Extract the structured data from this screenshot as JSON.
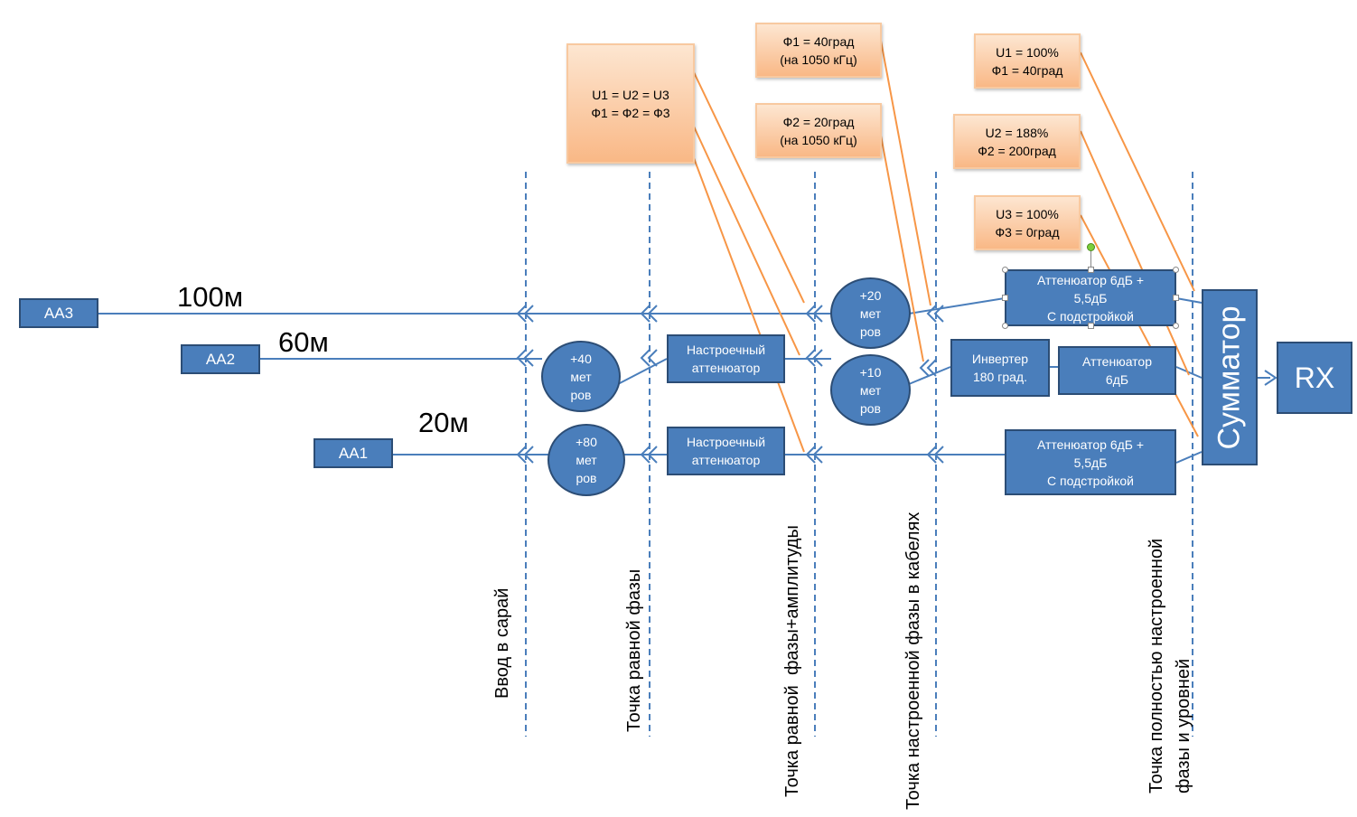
{
  "antennas": {
    "aa3": "AA3",
    "aa2": "AA2",
    "aa1": "AA1"
  },
  "lengths": {
    "l100": "100м",
    "l60": "60м",
    "l20": "20м"
  },
  "delays": {
    "d40": "+40\nмет\nров",
    "d80": "+80\nмет\nров",
    "d20": "+20\nмет\nров",
    "d10": "+10\nмет\nров"
  },
  "tuning_attenuator": "Настроечный\nаттенюатор",
  "attenuator_adj": "Аттенюатор 6дБ +\n5,5дБ\nС подстройкой",
  "inverter": "Инвертер\n180 град.",
  "attenuator_6db": "Аттенюатор\n6дБ",
  "summator": "Сумматор",
  "rx": "RX",
  "callouts": {
    "equal": "U1 = U2 = U3\nФ1 = Ф2 = Ф3",
    "phi1": "Ф1 = 40град\n(на 1050 кГц)",
    "phi2": "Ф2 = 20град\n(на 1050 кГц)",
    "u1": "U1 = 100%\nФ1 = 40град",
    "u2": "U2 = 188%\nФ2 = 200град",
    "u3": "U3 = 100%\nФ3 = 0град"
  },
  "section_labels": {
    "entry": "Ввод в сарай",
    "equal_phase": "Точка равной фазы",
    "equal_phase_amp": "Точка равной  фазы+амплитуды",
    "tuned_phase": "Точка настроенной фазы в кабелях",
    "fully_tuned": "Точка полностью настроенной\nфазы и уровней"
  },
  "colors": {
    "box_fill": "#4a7ebb",
    "box_border": "#2c4d75",
    "line": "#4a7ebb",
    "callout_line": "#f79646",
    "dashed": "#4a7ebb"
  }
}
